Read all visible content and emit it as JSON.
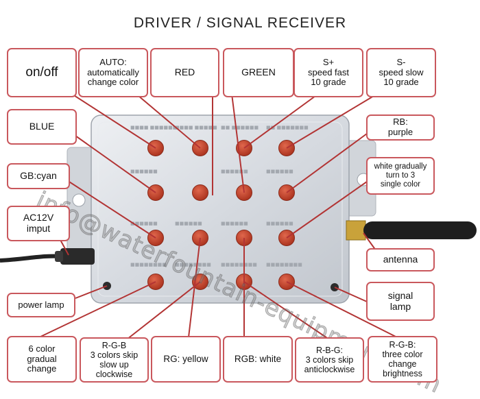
{
  "title": "DRIVER / SIGNAL RECEIVER",
  "watermark": "info@waterfountain-equipment.com",
  "labels": {
    "onoff": "on/off",
    "auto": "AUTO:\nautomatically\nchange color",
    "red": "RED",
    "green": "GREEN",
    "splus": "S+\nspeed fast\n10 grade",
    "sminus": "S-\nspeed slow\n10 grade",
    "blue": "BLUE",
    "rb": "RB:\npurple",
    "gb": "GB:cyan",
    "white_gradual": "white gradually\nturn to 3\nsingle color",
    "ac12v": "AC12V\nimput",
    "antenna": "antenna",
    "power_lamp": "power lamp",
    "signal_lamp": "signal\nlamp",
    "six_color": "6 color\ngradual\nchange",
    "rgb_skip_cw": "R-G-B\n3 colors skip\nslow up\nclockwise",
    "rg_yellow": "RG: yellow",
    "rgb_white": "RGB: white",
    "rbg_skip_acw": "R-B-G:\n3 colors skip\nanticlockwise",
    "rgb_brightness": "R-G-B:\nthree color\nchange\nbrightness"
  },
  "colors": {
    "label_border": "#c9575c",
    "button": "#c8402a",
    "connector": "#b23434",
    "housing": "#d9dde2"
  }
}
